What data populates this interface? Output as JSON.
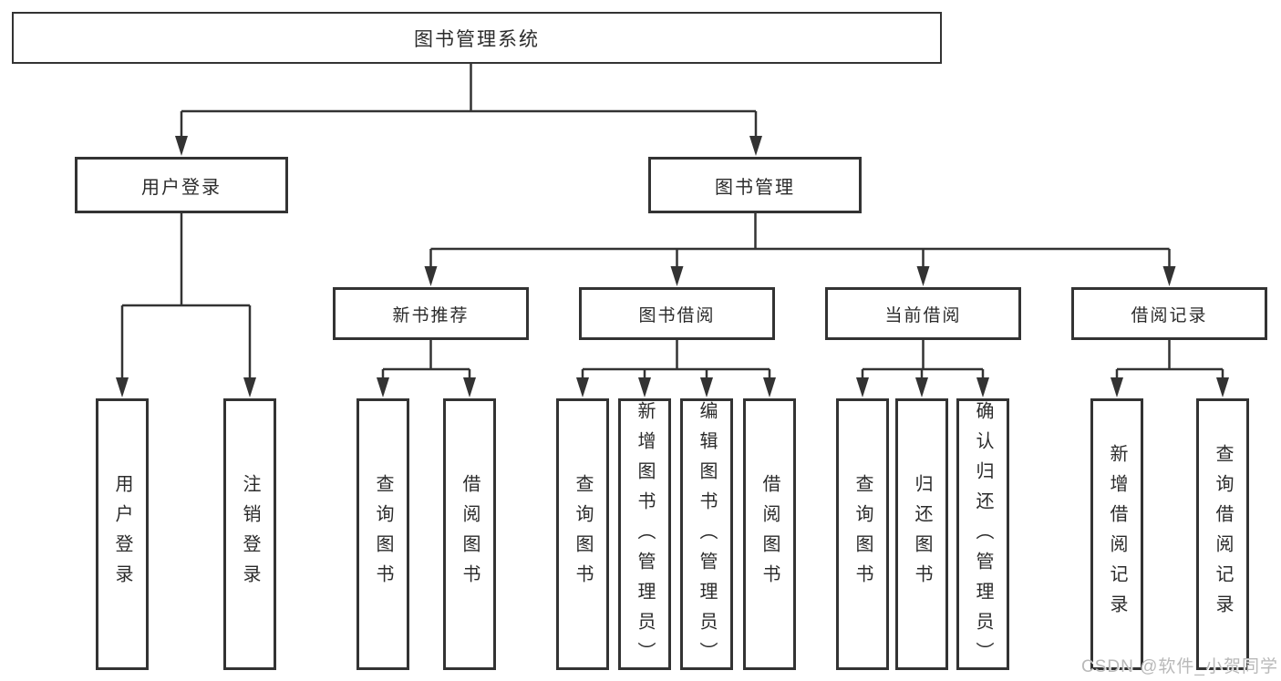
{
  "tree": {
    "root_label": "图书管理系统",
    "branches": [
      {
        "label": "用户登录",
        "leaves": [
          "用户登录",
          "注销登录"
        ]
      },
      {
        "label": "图书管理",
        "groups": [
          {
            "label": "新书推荐",
            "leaves": [
              "查询图书",
              "借阅图书"
            ]
          },
          {
            "label": "图书借阅",
            "leaves": [
              "查询图书",
              "新增图书（管理员）",
              "编辑图书（管理员）",
              "借阅图书"
            ]
          },
          {
            "label": "当前借阅",
            "leaves": [
              "查询图书",
              "归还图书",
              "确认归还（管理员）"
            ]
          },
          {
            "label": "借阅记录",
            "leaves": [
              "新增借阅记录",
              "查询借阅记录"
            ]
          }
        ]
      }
    ]
  },
  "watermark": {
    "text": "CSDN @软件_小贺同学"
  },
  "colors": {
    "line": "#333333",
    "box_border": "#333333",
    "text": "#2b2b2b",
    "watermark": "#b9b9b9",
    "background": "#ffffff"
  }
}
